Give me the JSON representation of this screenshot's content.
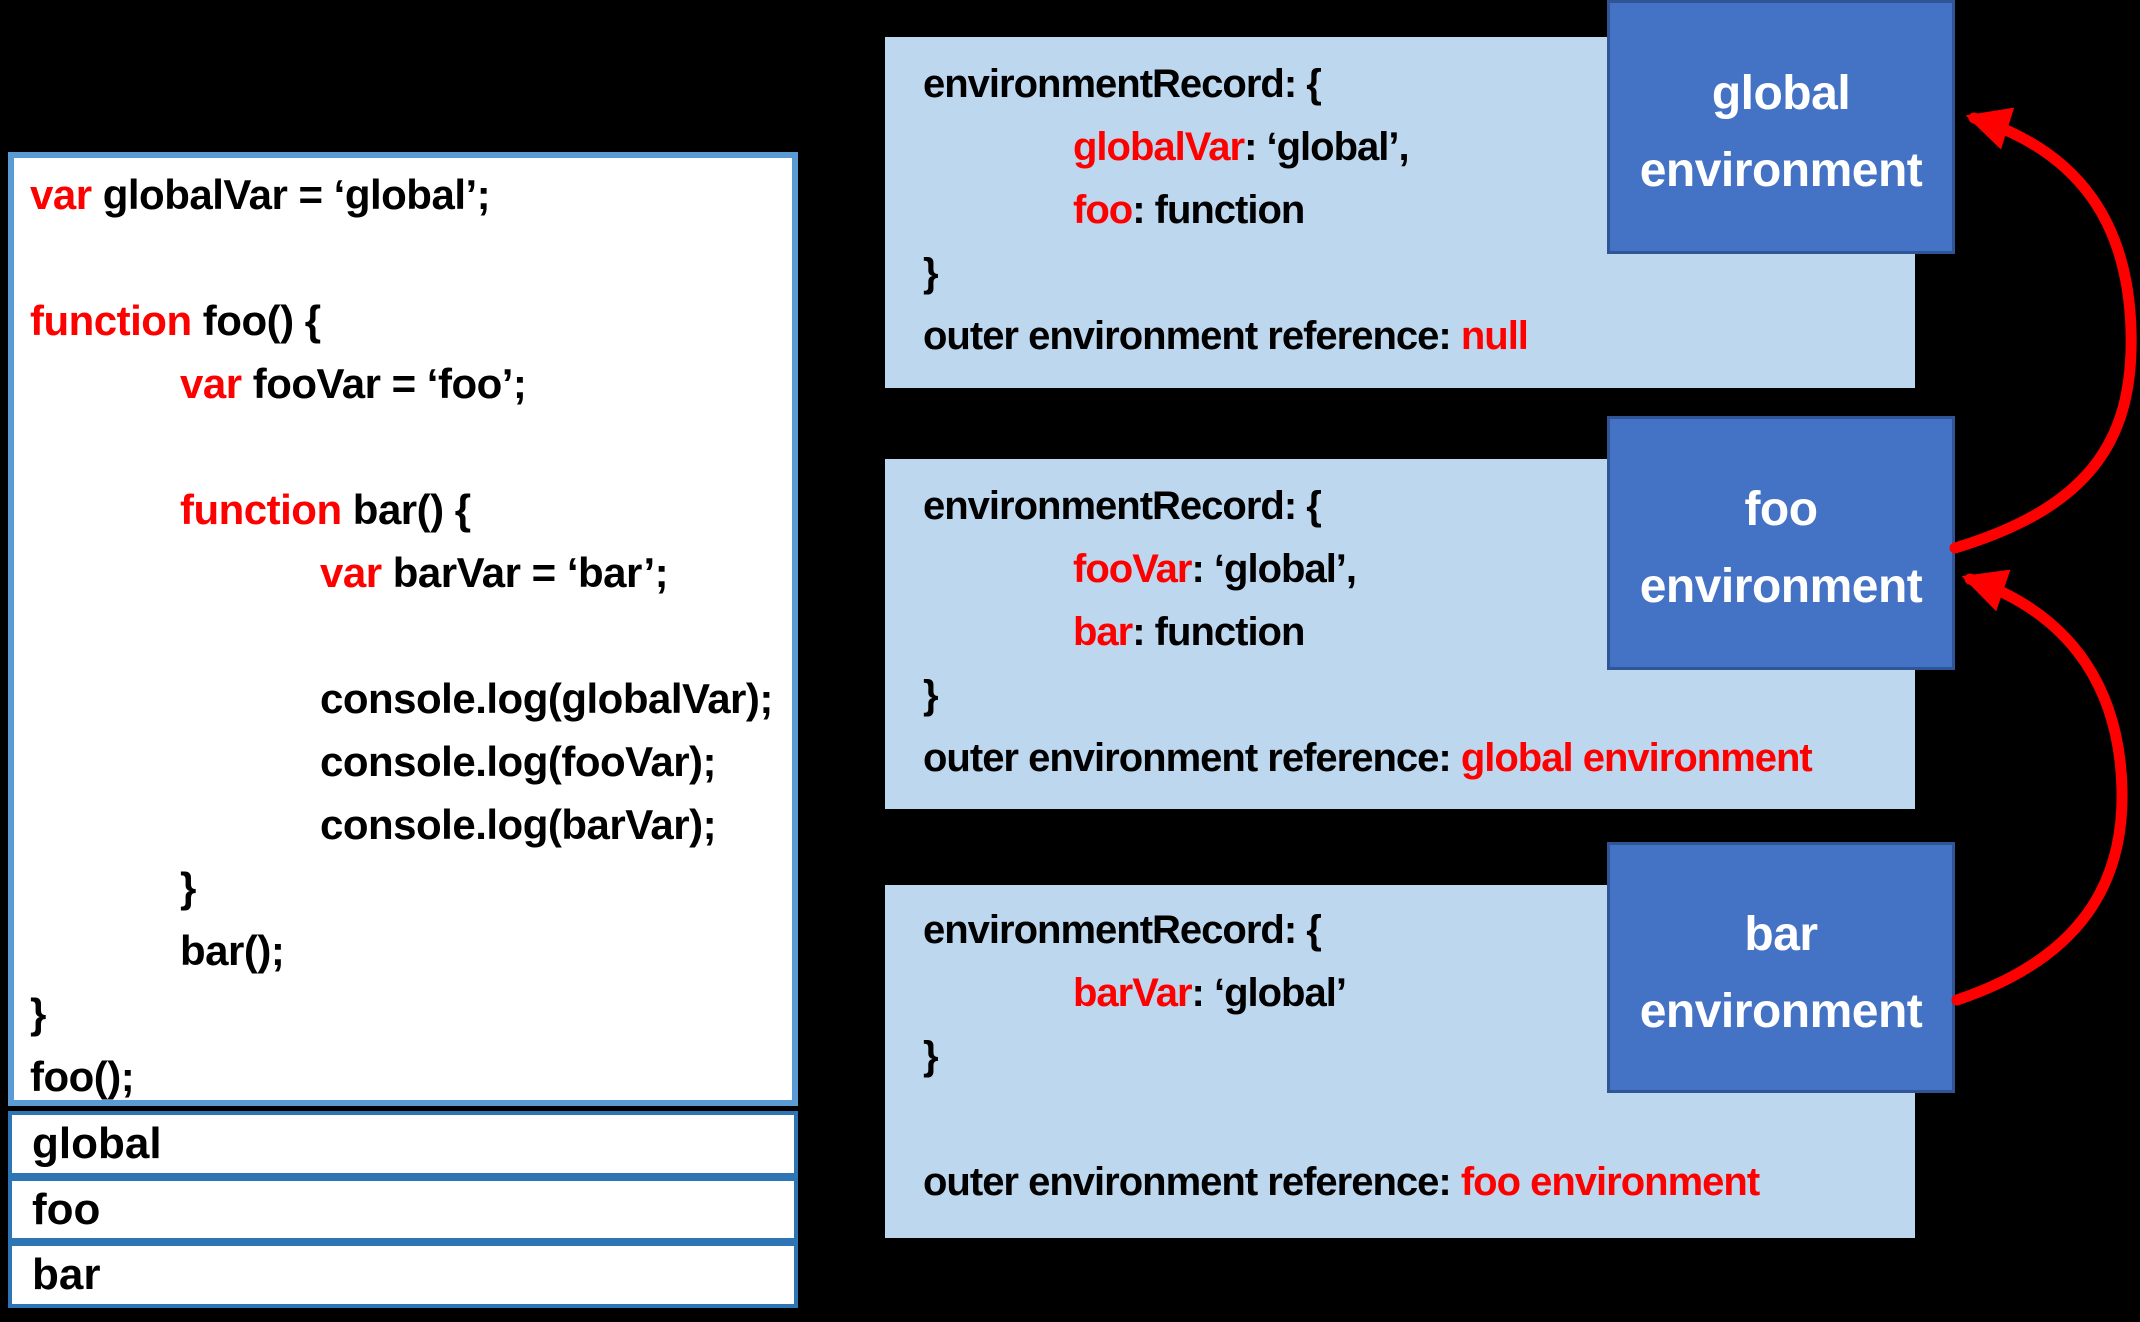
{
  "palette": {
    "background": "#000000",
    "light_blue": "#BDD7EE",
    "dark_blue": "#4472C4",
    "dark_blue_border": "#2F5597",
    "code_border": "#5B9BD5",
    "row_border": "#2E75B6",
    "red": "#FF0000",
    "text_black": "#000000",
    "white": "#FFFFFF"
  },
  "code_box": {
    "lines": [
      {
        "indent": 0,
        "segments": [
          {
            "t": "var ",
            "c": "red"
          },
          {
            "t": "globalVar = ‘global’;",
            "c": "black"
          }
        ]
      },
      {
        "indent": 0,
        "segments": []
      },
      {
        "indent": 0,
        "segments": [
          {
            "t": "function ",
            "c": "red"
          },
          {
            "t": "foo() {",
            "c": "black"
          }
        ]
      },
      {
        "indent": 1,
        "segments": [
          {
            "t": "var ",
            "c": "red"
          },
          {
            "t": "fooVar = ‘foo’;",
            "c": "black"
          }
        ]
      },
      {
        "indent": 0,
        "segments": []
      },
      {
        "indent": 1,
        "segments": [
          {
            "t": "function ",
            "c": "red"
          },
          {
            "t": "bar() {",
            "c": "black"
          }
        ]
      },
      {
        "indent": 2,
        "segments": [
          {
            "t": "var ",
            "c": "red"
          },
          {
            "t": "barVar = ‘bar’;",
            "c": "black"
          }
        ]
      },
      {
        "indent": 0,
        "segments": []
      },
      {
        "indent": 2,
        "segments": [
          {
            "t": "console.log(globalVar);",
            "c": "black"
          }
        ]
      },
      {
        "indent": 2,
        "segments": [
          {
            "t": "console.log(fooVar);",
            "c": "black"
          }
        ]
      },
      {
        "indent": 2,
        "segments": [
          {
            "t": "console.log(barVar);",
            "c": "black"
          }
        ]
      },
      {
        "indent": 1,
        "segments": [
          {
            "t": "}",
            "c": "black"
          }
        ]
      },
      {
        "indent": 1,
        "segments": [
          {
            "t": "bar();",
            "c": "black"
          }
        ]
      },
      {
        "indent": 0,
        "segments": [
          {
            "t": "}",
            "c": "black"
          }
        ]
      },
      {
        "indent": 0,
        "segments": [
          {
            "t": "foo();",
            "c": "black"
          }
        ]
      }
    ]
  },
  "call_stack_rows": [
    {
      "label": "global"
    },
    {
      "label": "foo"
    },
    {
      "label": "bar"
    }
  ],
  "environments": [
    {
      "id": "global",
      "label_lines": [
        "global",
        "environment"
      ],
      "record_lines": [
        {
          "indent": 0,
          "segments": [
            {
              "t": "environmentRecord: {",
              "c": "black"
            }
          ]
        },
        {
          "indent": 1,
          "segments": [
            {
              "t": "globalVar",
              "c": "red"
            },
            {
              "t": ": ‘global’,",
              "c": "black"
            }
          ]
        },
        {
          "indent": 1,
          "segments": [
            {
              "t": "foo",
              "c": "red"
            },
            {
              "t": ": function",
              "c": "black"
            }
          ]
        },
        {
          "indent": 0,
          "segments": [
            {
              "t": "}",
              "c": "black"
            }
          ]
        },
        {
          "indent": 0,
          "segments": [
            {
              "t": "outer environment reference: ",
              "c": "black"
            },
            {
              "t": "null",
              "c": "red"
            }
          ]
        }
      ]
    },
    {
      "id": "foo",
      "label_lines": [
        "foo",
        "environment"
      ],
      "record_lines": [
        {
          "indent": 0,
          "segments": [
            {
              "t": "environmentRecord: {",
              "c": "black"
            }
          ]
        },
        {
          "indent": 1,
          "segments": [
            {
              "t": "fooVar",
              "c": "red"
            },
            {
              "t": ": ‘global’,",
              "c": "black"
            }
          ]
        },
        {
          "indent": 1,
          "segments": [
            {
              "t": "bar",
              "c": "red"
            },
            {
              "t": ": function",
              "c": "black"
            }
          ]
        },
        {
          "indent": 0,
          "segments": [
            {
              "t": "}",
              "c": "black"
            }
          ]
        },
        {
          "indent": 0,
          "segments": [
            {
              "t": "outer environment reference: ",
              "c": "black"
            },
            {
              "t": "global environment",
              "c": "red"
            }
          ]
        }
      ]
    },
    {
      "id": "bar",
      "label_lines": [
        "bar",
        "environment"
      ],
      "record_lines": [
        {
          "indent": 0,
          "segments": [
            {
              "t": "environmentRecord: {",
              "c": "black"
            }
          ]
        },
        {
          "indent": 1,
          "segments": [
            {
              "t": "barVar",
              "c": "red"
            },
            {
              "t": ": ‘global’",
              "c": "black"
            }
          ]
        },
        {
          "indent": 0,
          "segments": [
            {
              "t": "}",
              "c": "black"
            }
          ]
        },
        {
          "indent": 0,
          "segments": []
        },
        {
          "indent": 0,
          "segments": [
            {
              "t": "outer environment reference: ",
              "c": "black"
            },
            {
              "t": "foo environment",
              "c": "red"
            }
          ]
        }
      ]
    }
  ],
  "arrows": [
    {
      "name": "arrow-foo-outer-reference-to-global-environment",
      "from": "foo environment",
      "to": "global environment"
    },
    {
      "name": "arrow-bar-outer-reference-to-foo-environment",
      "from": "bar environment",
      "to": "foo environment"
    }
  ]
}
